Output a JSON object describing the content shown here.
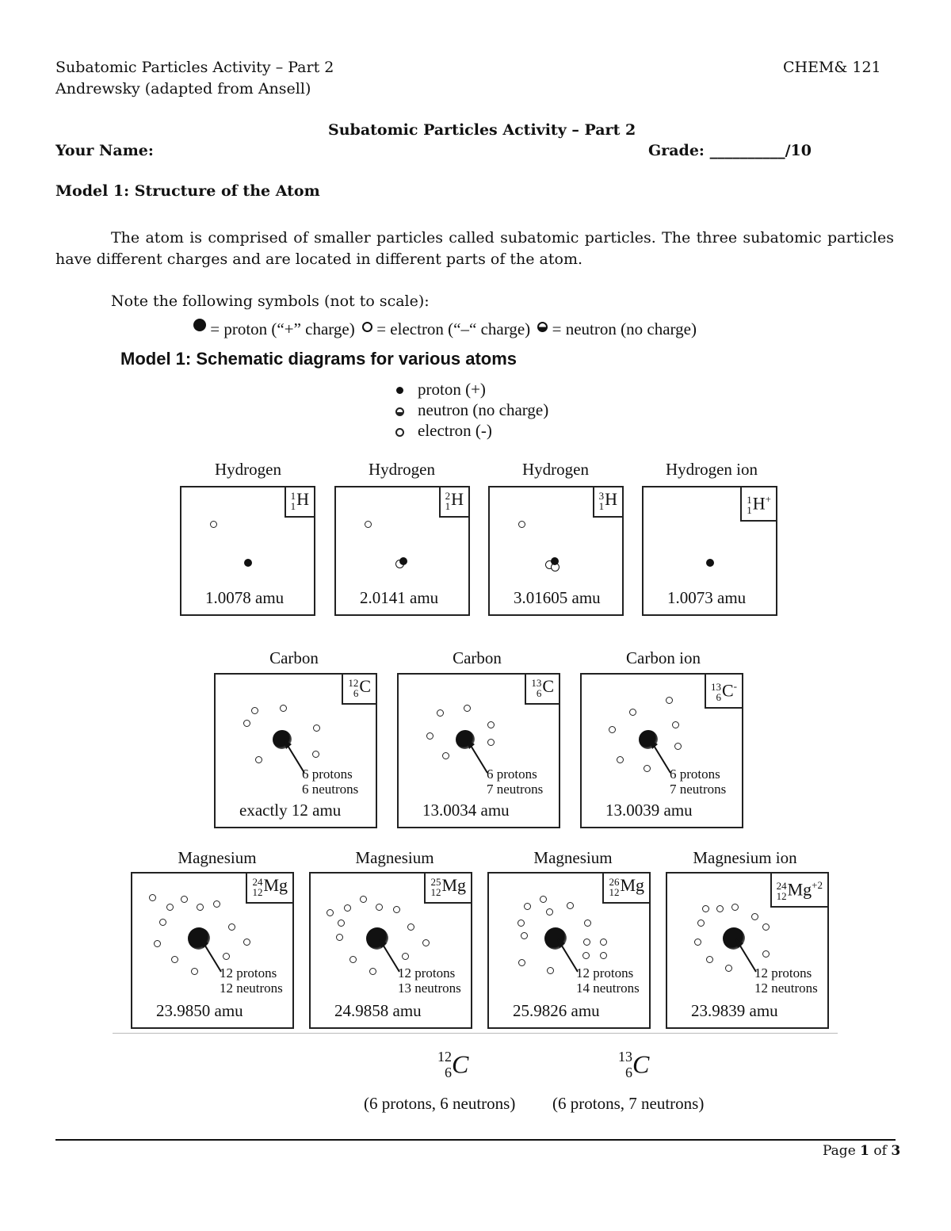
{
  "header": {
    "title_left": "Subatomic Particles Activity – Part 2",
    "course": "CHEM& 121",
    "author": "Andrewsky (adapted from Ansell)"
  },
  "doc": {
    "title": "Subatomic Particles Activity – Part 2",
    "name_label": "Your Name:",
    "grade_label": "Grade:",
    "grade_blank": "__________",
    "grade_total": "/10",
    "model_heading_bold": "Model 1",
    "model_heading_rest": ": Structure of the Atom",
    "paragraph": "The atom is comprised of smaller particles called subatomic particles. The three subatomic particles have different charges and are located in different parts of the atom.",
    "symbols_intro": "Note the following symbols (not to scale):",
    "legend_proton": "= proton (“+” charge)",
    "legend_electron": "= electron (“–“ charge)",
    "legend_neutron": "= neutron (no charge)"
  },
  "figure": {
    "heading": "Model 1: Schematic diagrams for various atoms",
    "legend": {
      "proton": "proton (+)",
      "neutron": "neutron (no charge)",
      "electron": "electron (-)"
    },
    "row1": [
      {
        "caption": "Hydrogen",
        "mass_num": "1",
        "atomic_num": "1",
        "symbol": "H",
        "charge": "",
        "mass": "1.0078 amu"
      },
      {
        "caption": "Hydrogen",
        "mass_num": "2",
        "atomic_num": "1",
        "symbol": "H",
        "charge": "",
        "mass": "2.0141 amu"
      },
      {
        "caption": "Hydrogen",
        "mass_num": "3",
        "atomic_num": "1",
        "symbol": "H",
        "charge": "",
        "mass": "3.01605 amu"
      },
      {
        "caption": "Hydrogen ion",
        "mass_num": "1",
        "atomic_num": "1",
        "symbol": "H",
        "charge": "+",
        "mass": "1.0073 amu"
      }
    ],
    "row2": [
      {
        "caption": "Carbon",
        "mass_num": "12",
        "atomic_num": "6",
        "symbol": "C",
        "charge": "",
        "protons": "6 protons",
        "neutrons": "6 neutrons",
        "mass": "exactly 12 amu"
      },
      {
        "caption": "Carbon",
        "mass_num": "13",
        "atomic_num": "6",
        "symbol": "C",
        "charge": "",
        "protons": "6 protons",
        "neutrons": "7 neutrons",
        "mass": "13.0034 amu"
      },
      {
        "caption": "Carbon ion",
        "mass_num": "13",
        "atomic_num": "6",
        "symbol": "C",
        "charge": "-",
        "protons": "6 protons",
        "neutrons": "7 neutrons",
        "mass": "13.0039 amu"
      }
    ],
    "row3": [
      {
        "caption": "Magnesium",
        "mass_num": "24",
        "atomic_num": "12",
        "symbol": "Mg",
        "charge": "",
        "protons": "12 protons",
        "neutrons": "12 neutrons",
        "mass": "23.9850 amu"
      },
      {
        "caption": "Magnesium",
        "mass_num": "25",
        "atomic_num": "12",
        "symbol": "Mg",
        "charge": "",
        "protons": "12 protons",
        "neutrons": "13 neutrons",
        "mass": "24.9858 amu"
      },
      {
        "caption": "Magnesium",
        "mass_num": "26",
        "atomic_num": "12",
        "symbol": "Mg",
        "charge": "",
        "protons": "12 protons",
        "neutrons": "14 neutrons",
        "mass": "25.9826 amu"
      },
      {
        "caption": "Magnesium ion",
        "mass_num": "24",
        "atomic_num": "12",
        "symbol": "Mg",
        "charge": "+2",
        "protons": "12 protons",
        "neutrons": "12 neutrons",
        "mass": "23.9839 amu"
      }
    ]
  },
  "isotopes": [
    {
      "mass_num": "12",
      "atomic_num": "6",
      "symbol": "C",
      "desc": "(6 protons, 6 neutrons)"
    },
    {
      "mass_num": "13",
      "atomic_num": "6",
      "symbol": "C",
      "desc": "(6 protons, 7 neutrons)"
    }
  ],
  "footer": {
    "page_word": "Page",
    "page_num": "1",
    "of_word": "of",
    "page_total": "3"
  }
}
